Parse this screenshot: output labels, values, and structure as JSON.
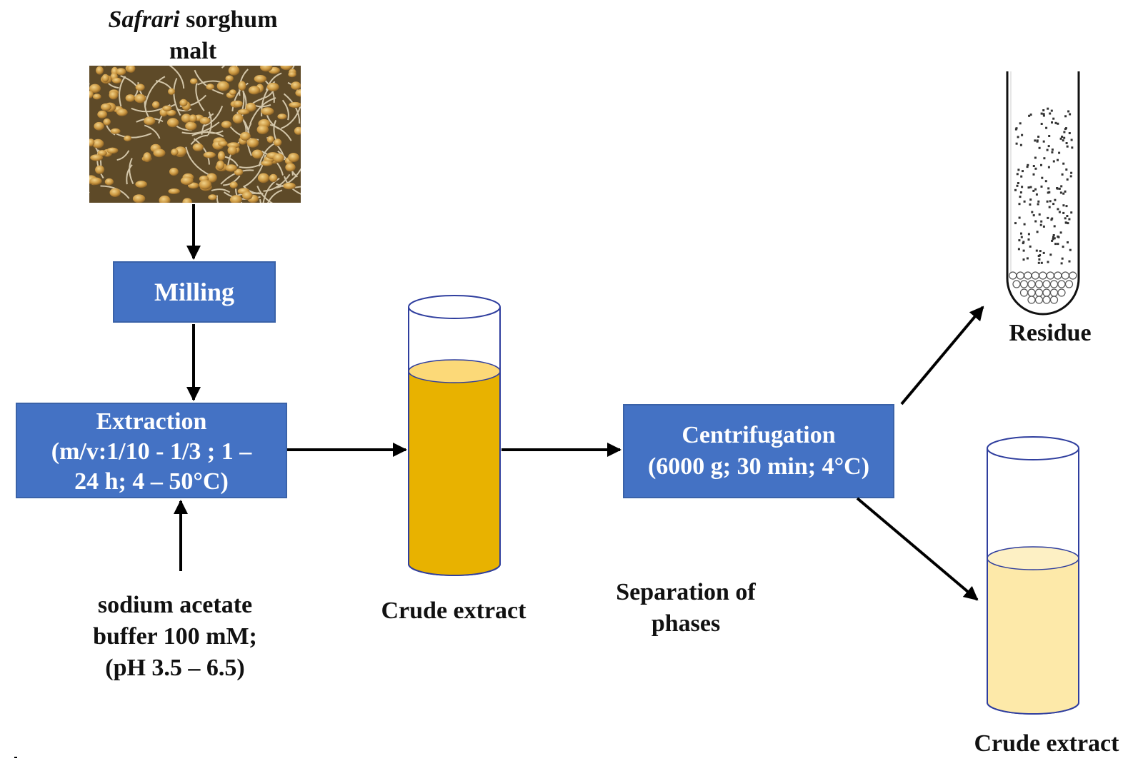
{
  "source": {
    "title_italic": "Safrari",
    "title_rest": " sorghum",
    "title_line2": "malt",
    "photo_icon": "sorghum-malt-photo"
  },
  "steps": {
    "milling": "Milling",
    "extraction": {
      "line1": "Extraction",
      "line2": "(m/v:1/10 - 1/3 ; 1 –",
      "line3": "24 h; 4 – 50°C)"
    },
    "centrifugation": {
      "line1": "Centrifugation",
      "line2": "(6000 g; 30 min; 4°C)"
    }
  },
  "buffer": {
    "line1": "sodium acetate",
    "line2": "buffer 100 mM;",
    "line3": "(pH 3.5 – 6.5)"
  },
  "crude_extract_1": "Crude extract",
  "separation": {
    "line1": "Separation of",
    "line2": "phases"
  },
  "residue": "Residue",
  "crude_extract_2": "Crude extract",
  "colors": {
    "box_fill": "#4472c4",
    "extract_dark": "#e8b200",
    "extract_light": "#fde9a9",
    "tube_outline": "#2f3e9e"
  }
}
